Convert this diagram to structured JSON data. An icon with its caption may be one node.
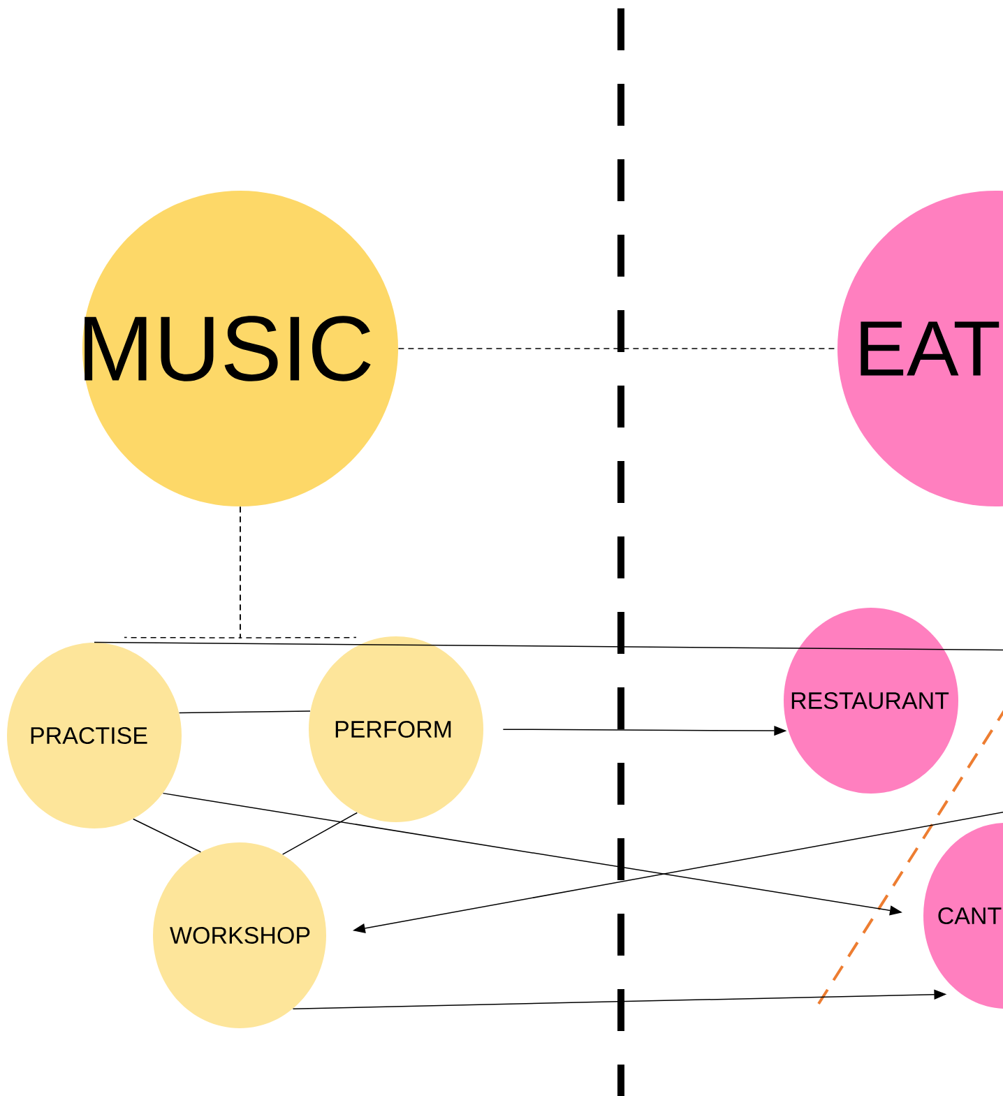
{
  "diagram": {
    "nodes": [
      {
        "text": [
          "MUSIC"
        ]
      },
      {
        "text": [
          "EAT"
        ]
      },
      {
        "text": [
          "PRACTISE"
        ]
      },
      {
        "text": [
          "PERFORM"
        ]
      },
      {
        "text": [
          "RESTAURANT"
        ]
      },
      {
        "text": [
          "WORKSHOP"
        ]
      },
      {
        "text": [
          "CANT"
        ]
      }
    ],
    "edges": [
      {
        "from": 0,
        "to": 1,
        "arrow": "none",
        "style": "dashed"
      },
      {
        "from": 0,
        "to": 2,
        "arrow": "none",
        "style": "dashed"
      },
      {
        "from": 0,
        "to": 3,
        "arrow": "none",
        "style": "dashed"
      },
      {
        "from": 2,
        "to": null,
        "arrow": "none"
      },
      {
        "from": 2,
        "to": 3,
        "arrow": "none"
      },
      {
        "from": 2,
        "to": 5,
        "arrow": "none"
      },
      {
        "from": 3,
        "to": 5,
        "arrow": "none"
      },
      {
        "from": 3,
        "to": 4,
        "arrow": "to"
      },
      {
        "from": 2,
        "to": 6,
        "arrow": "to"
      },
      {
        "from": null,
        "to": 5,
        "arrow": "to"
      },
      {
        "from": 5,
        "to": 6,
        "arrow": "to"
      }
    ]
  }
}
